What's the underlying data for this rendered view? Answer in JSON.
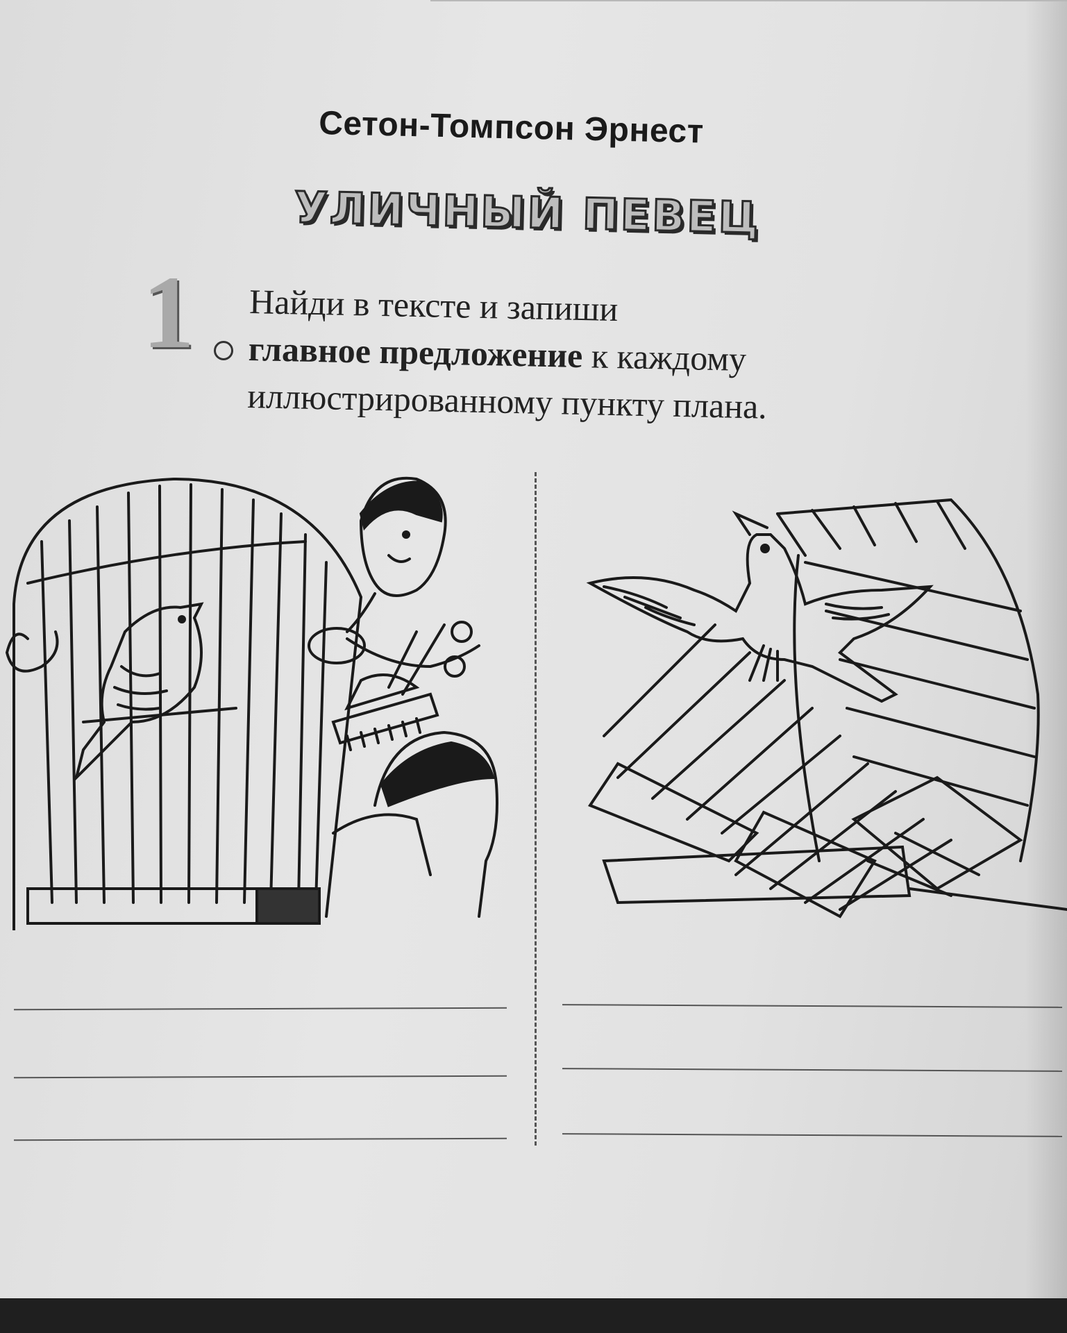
{
  "header": {
    "author": "Сетон-Томпсон Эрнест",
    "title": "УЛИЧНЫЙ ПЕВЕЦ"
  },
  "task": {
    "number": "1",
    "line1": "Найди в тексте и запиши",
    "line2_bold": "главное предложение",
    "line2_rest": " к каждому",
    "line3": "иллюстрированному пункту плана."
  },
  "illustrations": [
    {
      "name": "bird-in-cage-with-men",
      "icon": "caged-bird-illustration"
    },
    {
      "name": "bird-flying-from-broken-cage",
      "icon": "free-bird-illustration"
    }
  ],
  "answer_lines": {
    "left_count": 3,
    "right_count": 3
  }
}
